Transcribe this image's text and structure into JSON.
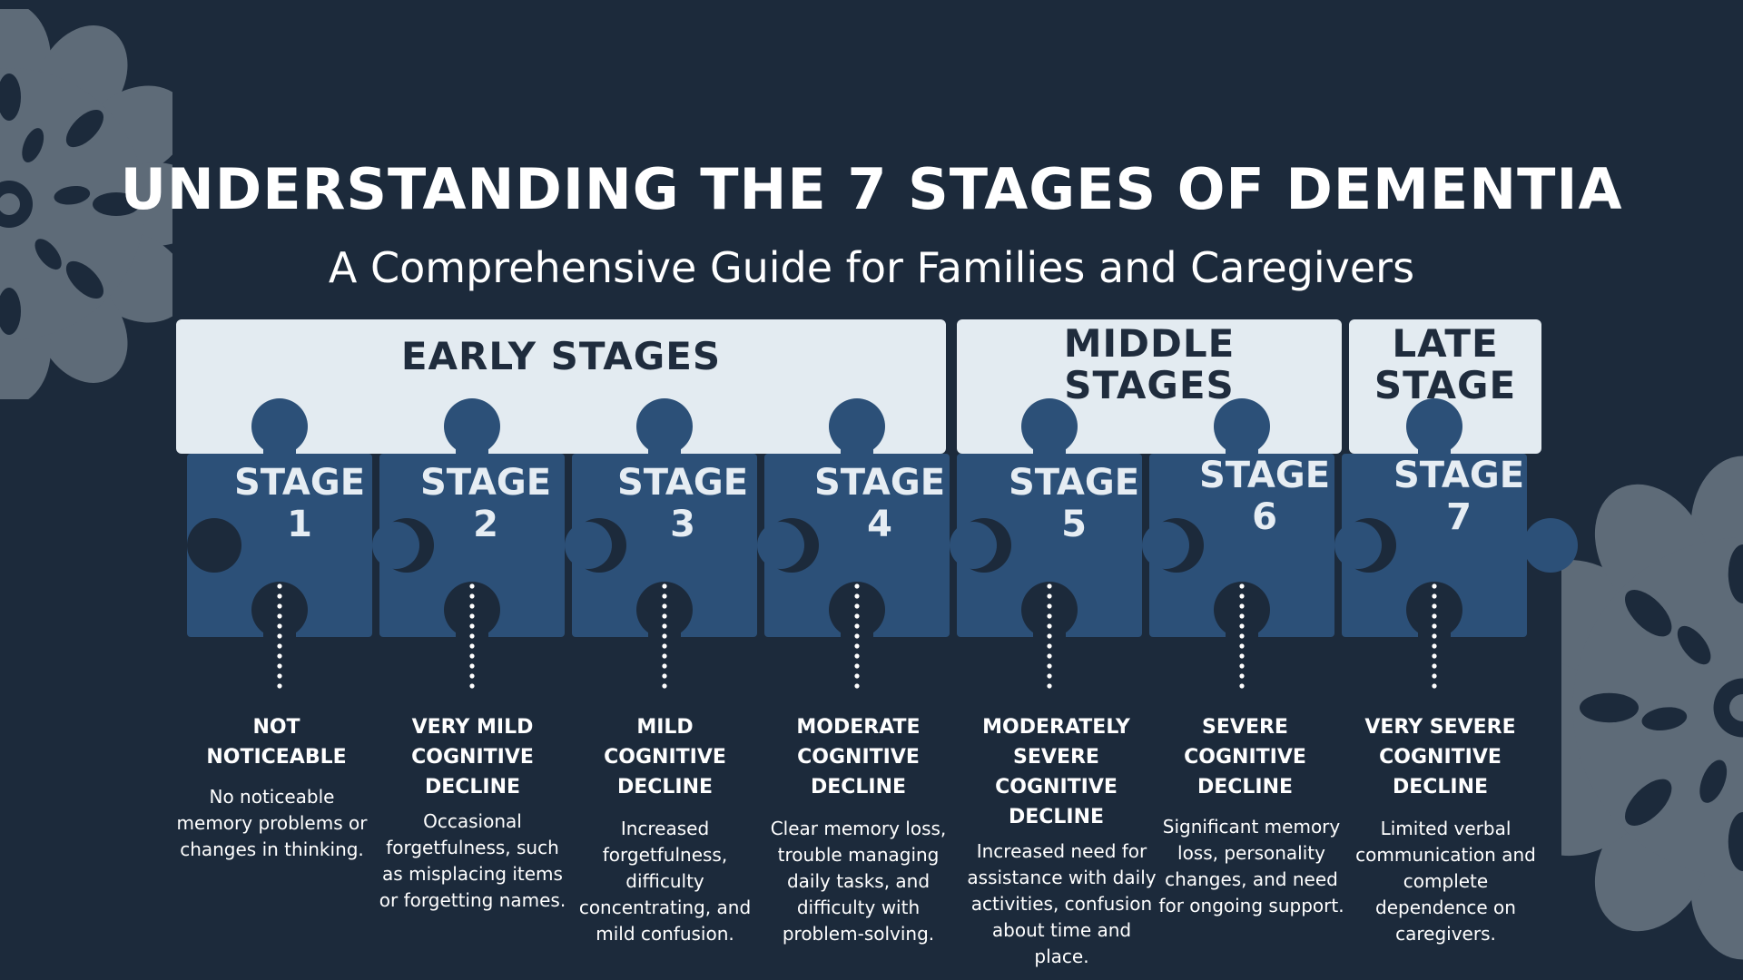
{
  "title": "UNDERSTANDING THE 7 STAGES OF DEMENTIA",
  "subtitle": "A Comprehensive Guide for Families and Caregivers",
  "categories": [
    {
      "label": "EARLY STAGES"
    },
    {
      "label": "MIDDLE\nSTAGES"
    },
    {
      "label": "LATE\nSTAGE"
    }
  ],
  "stages": [
    {
      "label": "STAGE\n1",
      "name": "NOT\nNOTICEABLE",
      "description": "No noticeable memory problems or changes in thinking."
    },
    {
      "label": "STAGE\n2",
      "name": "VERY MILD\nCOGNITIVE\nDECLINE",
      "description": "Occasional forgetfulness, such as misplacing items or forgetting names."
    },
    {
      "label": "STAGE\n3",
      "name": "MILD\nCOGNITIVE\nDECLINE",
      "description": "Increased forgetfulness, difficulty concentrating, and mild confusion."
    },
    {
      "label": "STAGE\n4",
      "name": "MODERATE\nCOGNITIVE\nDECLINE",
      "description": "Clear memory loss, trouble managing daily tasks, and difficulty with problem-solving."
    },
    {
      "label": "STAGE\n5",
      "name": "MODERATELY\nSEVERE\nCOGNITIVE\nDECLINE",
      "description": "Increased need for assistance with daily activities, confusion about time and place."
    },
    {
      "label": "STAGE\n6",
      "name": "SEVERE\nCOGNITIVE\nDECLINE",
      "description": "Significant memory loss, personality changes, and need for ongoing support."
    },
    {
      "label": "STAGE\n7",
      "name": "VERY SEVERE\nCOGNITIVE\nDECLINE",
      "description": "Limited verbal communication and complete dependence on caregivers."
    }
  ],
  "colors": {
    "background": "#1c2a3b",
    "category_panel": "#e3ebf1",
    "puzzle_piece": "#2c5078",
    "text": "#ffffff",
    "ornament": "#5e6b78"
  },
  "icons": [
    "flower-ornament-icon"
  ]
}
